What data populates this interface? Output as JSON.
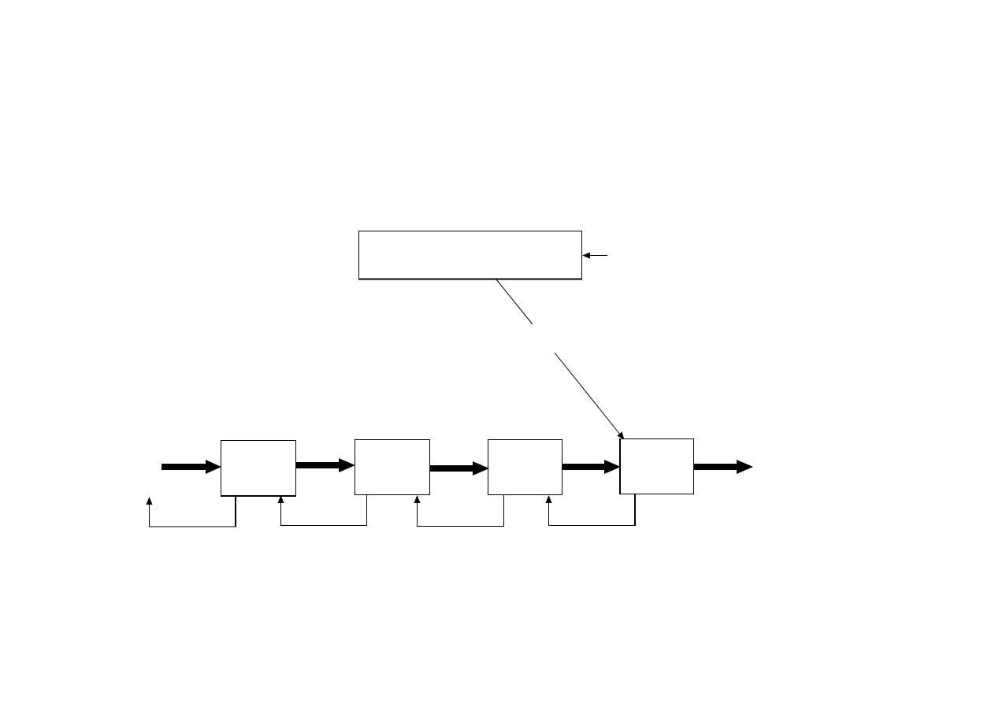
{
  "diagram": {
    "type": "block-diagram",
    "line_color": "#000000",
    "fill_color": "#ffffff",
    "background": "#ffffff",
    "blocks": [
      {
        "id": "controller",
        "label": ""
      },
      {
        "id": "stage-1",
        "label": ""
      },
      {
        "id": "stage-2",
        "label": ""
      },
      {
        "id": "stage-3",
        "label": ""
      },
      {
        "id": "stage-4",
        "label": ""
      }
    ],
    "connections": [
      {
        "from": "input",
        "to": "stage-1",
        "style": "thick-arrow"
      },
      {
        "from": "stage-1",
        "to": "stage-2",
        "style": "thick-arrow"
      },
      {
        "from": "stage-2",
        "to": "stage-3",
        "style": "thick-arrow"
      },
      {
        "from": "stage-3",
        "to": "stage-4",
        "style": "thick-arrow"
      },
      {
        "from": "stage-4",
        "to": "output",
        "style": "thick-arrow"
      },
      {
        "from": "external",
        "to": "controller",
        "style": "thin-arrow"
      },
      {
        "from": "controller",
        "to": "stage-4",
        "style": "thin-arrow-broken"
      },
      {
        "from": "stage-1",
        "to": "input",
        "style": "feedback"
      },
      {
        "from": "stage-2",
        "to": "stage-1",
        "style": "feedback"
      },
      {
        "from": "stage-3",
        "to": "stage-2",
        "style": "feedback"
      },
      {
        "from": "stage-4",
        "to": "stage-3",
        "style": "feedback"
      }
    ]
  }
}
